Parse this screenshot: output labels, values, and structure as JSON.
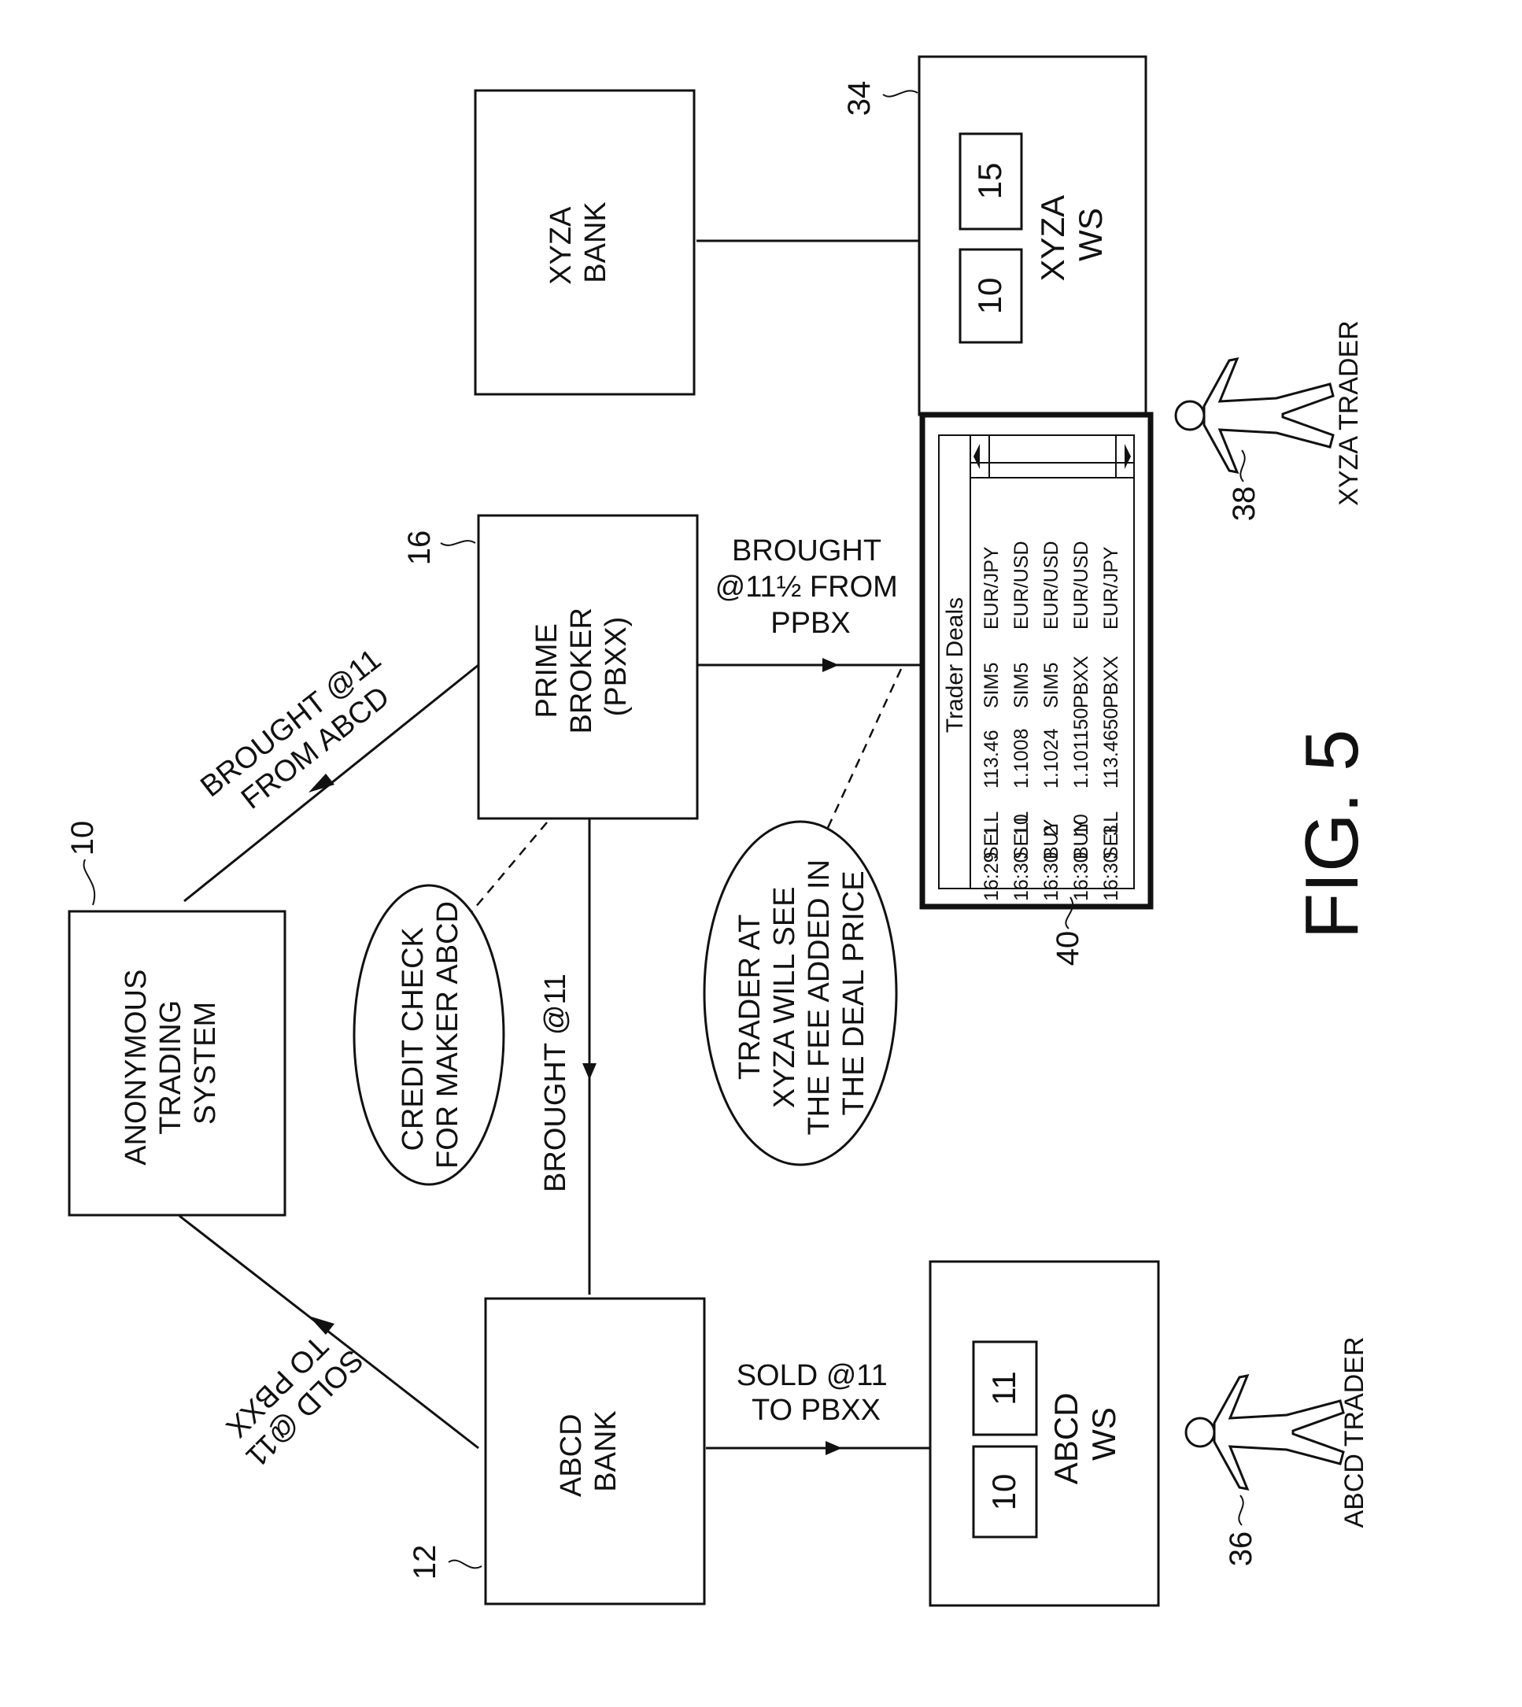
{
  "nodes": {
    "anonymous_trading_system": {
      "ref": "10",
      "lines": [
        "ANONYMOUS",
        "TRADING",
        "SYSTEM"
      ]
    },
    "abcd_bank": {
      "ref": "12",
      "lines": [
        "ABCD",
        "BANK"
      ]
    },
    "prime_broker": {
      "ref": "16",
      "lines": [
        "PRIME",
        "BROKER",
        "(PBXX)"
      ]
    },
    "xyza_bank": {
      "lines": [
        "XYZA",
        "BANK"
      ]
    },
    "abcd_ws": {
      "lines": [
        "ABCD",
        "WS"
      ],
      "key_left": "10",
      "key_right": "11"
    },
    "xyza_ws": {
      "ref": "34",
      "lines": [
        "XYZA",
        "WS"
      ],
      "key_left": "10",
      "key_right": "15"
    }
  },
  "edges": {
    "sold_to_pbxx": [
      "SOLD @11",
      "TO PBXX"
    ],
    "brought_from_abcd": [
      "BROUGHT @11",
      "FROM ABCD"
    ],
    "brought_11": "BROUGHT @11",
    "abcd_ws_sold": [
      "SOLD @11",
      "TO PBXX"
    ],
    "brought_from_ppbx": [
      "BROUGHT",
      "@11½ FROM",
      "PPBX"
    ]
  },
  "notes": {
    "credit_check": [
      "CREDIT CHECK",
      "FOR MAKER ABCD"
    ],
    "trader_fee": [
      "TRADER AT",
      "XYZA WILL SEE",
      "THE FEE ADDED IN",
      "THE DEAL PRICE"
    ]
  },
  "traders": {
    "abcd": {
      "ref": "36",
      "label": "ABCD TRADER"
    },
    "xyza": {
      "ref": "38",
      "label": "XYZA TRADER"
    }
  },
  "trader_deals": {
    "ref": "40",
    "title": "Trader Deals",
    "rows": [
      [
        "16:29",
        "SELL",
        "1",
        "113.46",
        "SIM5",
        "EUR/JPY"
      ],
      [
        "16:30",
        "SELL",
        "10",
        "1.1008",
        "SIM5",
        "EUR/USD"
      ],
      [
        "16:30",
        "BUY",
        "2",
        "1.1024",
        "SIM5",
        "EUR/USD"
      ],
      [
        "16:30",
        "BUY",
        "10",
        "1.101150",
        "PBXX",
        "EUR/USD"
      ],
      [
        "16:30",
        "SELL",
        "3",
        "113.4650",
        "PBXX",
        "EUR/JPY"
      ]
    ]
  },
  "figure_label": "FIG. 5"
}
